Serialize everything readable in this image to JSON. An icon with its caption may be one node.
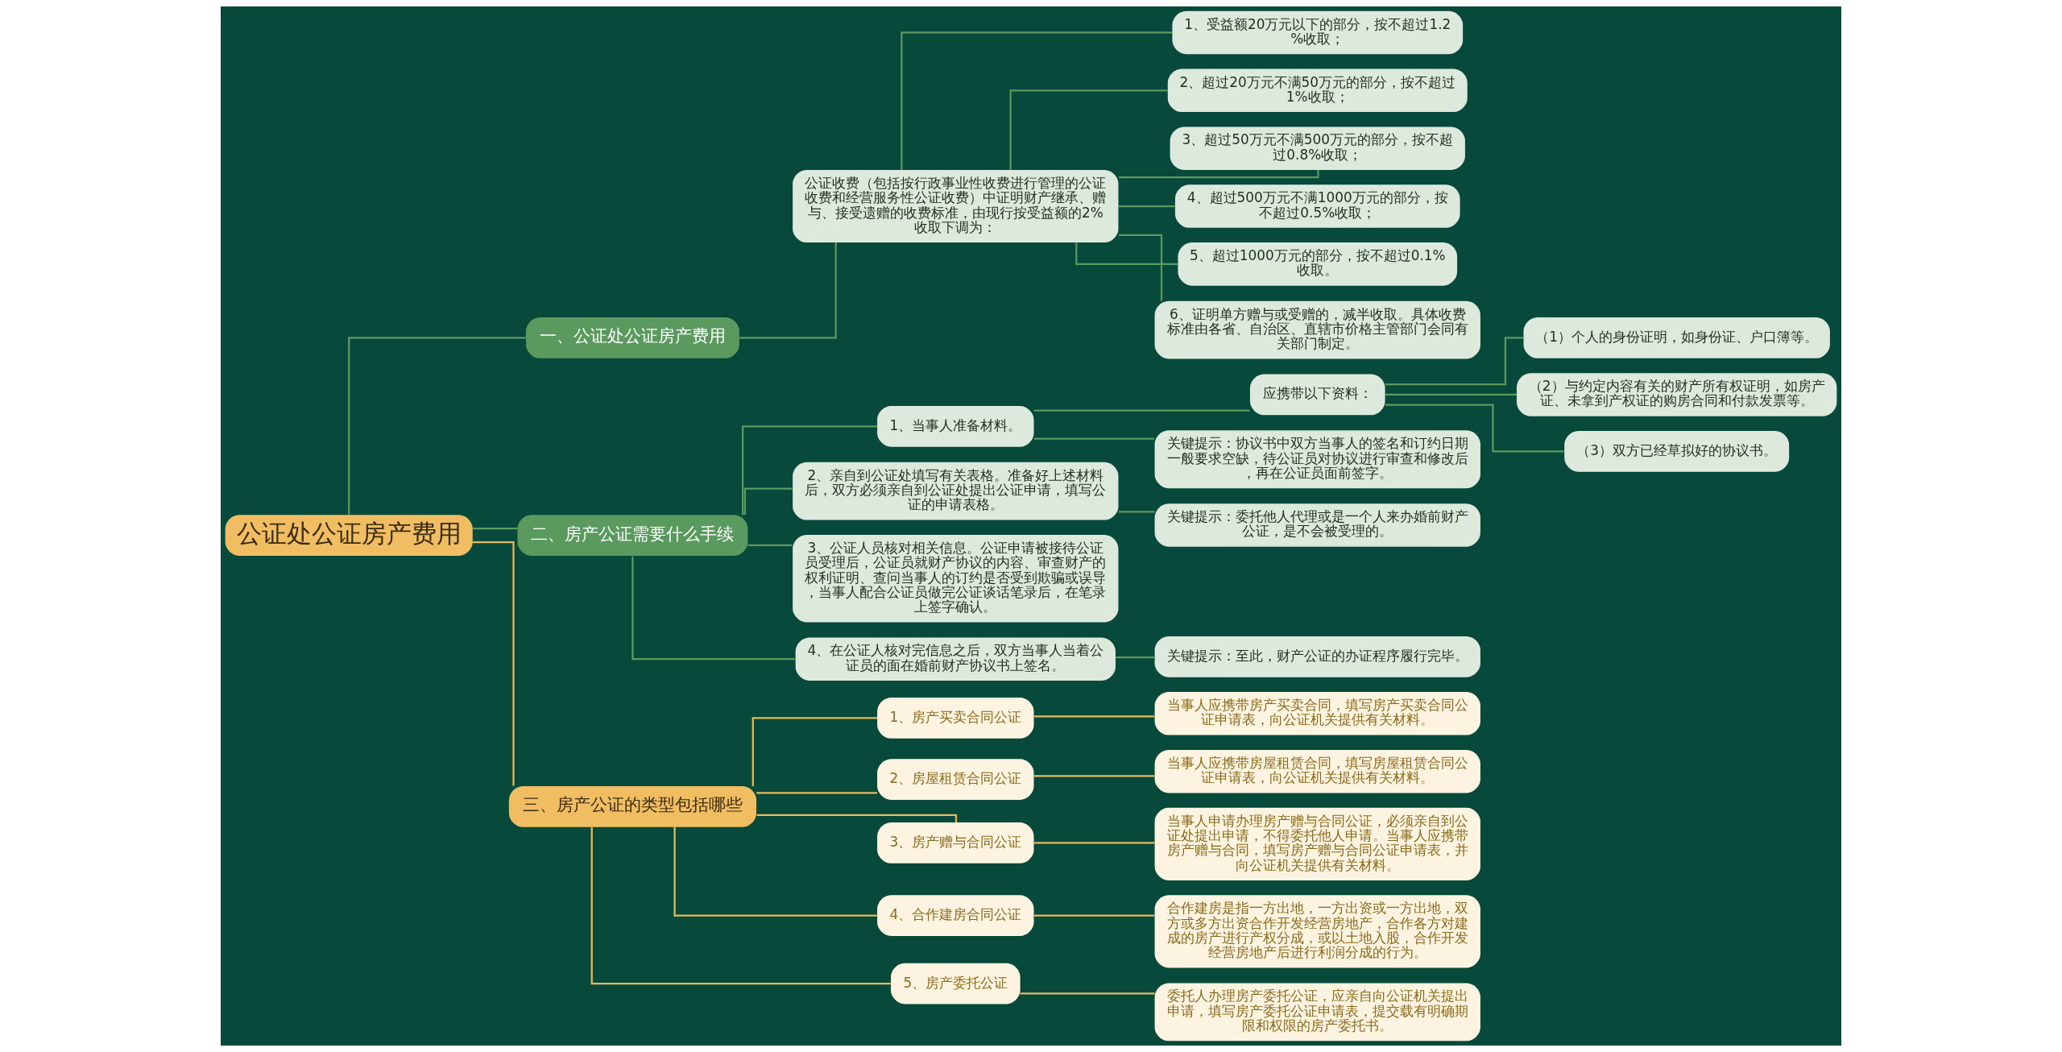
{
  "diagram": {
    "nodes": [
      {
        "text": [
          "公证处公证房产费用"
        ]
      },
      {
        "text": [
          "一、公证处公证房产费用"
        ]
      },
      {
        "text": [
          "公证收费（包括按行政事业性收费进行管理的公证收费和经营服务性公证收费）中证明财产继承、赠与、接受遗赠的收费标准，由现行按受益额的2%收取下调为："
        ]
      },
      {
        "text": [
          "1、受益额20万元以下的部分，按不超过1.2%收取；"
        ]
      },
      {
        "text": [
          "2、超过20万元不满50万元的部分，按不超过1%收取；"
        ]
      },
      {
        "text": [
          "3、超过50万元不满500万元的部分，按不超过0.8%收取；"
        ]
      },
      {
        "text": [
          "4、超过500万元不满1000万元的部分，按不超过0.5%收取；"
        ]
      },
      {
        "text": [
          "5、超过1000万元的部分，按不超过0.1%收取。"
        ]
      },
      {
        "text": [
          "6、证明单方赠与或受赠的，减半收取。具体收费标准由各省、自治区、直辖市价格主管部门会同有关部门制定。"
        ]
      },
      {
        "text": [
          "二、房产公证需要什么手续"
        ]
      },
      {
        "text": [
          "1、当事人准备材料。"
        ]
      },
      {
        "text": [
          "应携带以下资料："
        ]
      },
      {
        "text": [
          "（1）个人的身份证明，如身份证、户口簿等。"
        ]
      },
      {
        "text": [
          "（2）与约定内容有关的财产所有权证明，如房产证、未拿到产权证的购房合同和付款发票等。"
        ]
      },
      {
        "text": [
          "（3）双方已经草拟好的协议书。"
        ]
      },
      {
        "text": [
          "关键提示：协议书中双方当事人的签名和订约日期一般要求空缺，待公证员对协议进行审查和修改后，再在公证员面前签字。"
        ]
      },
      {
        "text": [
          "2、亲自到公证处填写有关表格。准备好上述材料后，双方必须亲自到公证处提出公证申请，填写公证的申请表格。"
        ]
      },
      {
        "text": [
          "关键提示：委托他人代理或是一个人来办婚前财产公证，是不会被受理的。"
        ]
      },
      {
        "text": [
          "3、公证人员核对相关信息。公证申请被接待公证员受理后，公证员就财产协议的内容、审查财产的权利证明、查问当事人的订约是否受到欺骗或误导，当事人配合公证员做完公证谈话笔录后，在笔录上签字确认。"
        ]
      },
      {
        "text": [
          "4、在公证人核对完信息之后，双方当事人当着公证员的面在婚前财产协议书上签名。"
        ]
      },
      {
        "text": [
          "关键提示：至此，财产公证的办证程序履行完毕。"
        ]
      },
      {
        "text": [
          "三、房产公证的类型包括哪些"
        ]
      },
      {
        "text": [
          "1、房产买卖合同公证"
        ]
      },
      {
        "text": [
          "当事人应携带房产买卖合同，填写房产买卖合同公证申请表，向公证机关提供有关材料。"
        ]
      },
      {
        "text": [
          "2、房屋租赁合同公证"
        ]
      },
      {
        "text": [
          "当事人应携带房屋租赁合同，填写房屋租赁合同公证申请表，向公证机关提供有关材料。"
        ]
      },
      {
        "text": [
          "3、房产赠与合同公证"
        ]
      },
      {
        "text": [
          "当事人申请办理房产赠与合同公证，必须亲自到公证处提出申请，不得委托他人申请。当事人应携带房产赠与合同，填写房产赠与合同公证申请表，并向公证机关提供有关材料。"
        ]
      },
      {
        "text": [
          "4、合作建房合同公证"
        ]
      },
      {
        "text": [
          "合作建房是指一方出地，一方出资或一方出地，双方或多方出资合作开发经营房地产，合作各方对建成的房产进行产权分成，或以土地入股，合作开发经营房地产后进行利润分成的行为。"
        ]
      },
      {
        "text": [
          "5、房产委托公证"
        ]
      },
      {
        "text": [
          "委托人办理房产委托公证，应亲自向公证机关提出申请，填写房产委托公证申请表，提交载有明确期限和权限的房产委托书。"
        ]
      }
    ],
    "edges": [
      {
        "from": 0,
        "to": 1,
        "arrow": "none"
      },
      {
        "from": 1,
        "to": 2,
        "arrow": "none"
      },
      {
        "from": 2,
        "to": 3,
        "arrow": "none"
      },
      {
        "from": 2,
        "to": 4,
        "arrow": "none"
      },
      {
        "from": 2,
        "to": 5,
        "arrow": "none"
      },
      {
        "from": 2,
        "to": 6,
        "arrow": "none"
      },
      {
        "from": 2,
        "to": 7,
        "arrow": "none"
      },
      {
        "from": 2,
        "to": 8,
        "arrow": "none"
      },
      {
        "from": 0,
        "to": 9,
        "arrow": "none"
      },
      {
        "from": 9,
        "to": 10,
        "arrow": "none"
      },
      {
        "from": 10,
        "to": 11,
        "arrow": "none"
      },
      {
        "from": 11,
        "to": 12,
        "arrow": "none"
      },
      {
        "from": 11,
        "to": 13,
        "arrow": "none"
      },
      {
        "from": 11,
        "to": 14,
        "arrow": "none"
      },
      {
        "from": 10,
        "to": 15,
        "arrow": "none"
      },
      {
        "from": 9,
        "to": 16,
        "arrow": "none"
      },
      {
        "from": 16,
        "to": 17,
        "arrow": "none"
      },
      {
        "from": 9,
        "to": 18,
        "arrow": "none"
      },
      {
        "from": 9,
        "to": 19,
        "arrow": "none"
      },
      {
        "from": 19,
        "to": 20,
        "arrow": "none"
      },
      {
        "from": 0,
        "to": 21,
        "arrow": "none",
        "color": "#e8b960"
      },
      {
        "from": 21,
        "to": 22,
        "arrow": "none",
        "color": "#e8b960"
      },
      {
        "from": 22,
        "to": 23,
        "arrow": "none",
        "color": "#e8b960"
      },
      {
        "from": 21,
        "to": 24,
        "arrow": "none",
        "color": "#e8b960"
      },
      {
        "from": 24,
        "to": 25,
        "arrow": "none",
        "color": "#e8b960"
      },
      {
        "from": 21,
        "to": 26,
        "arrow": "none",
        "color": "#e8b960"
      },
      {
        "from": 26,
        "to": 27,
        "arrow": "none",
        "color": "#e8b960"
      },
      {
        "from": 21,
        "to": 28,
        "arrow": "none",
        "color": "#e8b960"
      },
      {
        "from": 28,
        "to": 29,
        "arrow": "none",
        "color": "#e8b960"
      },
      {
        "from": 21,
        "to": 30,
        "arrow": "none",
        "color": "#e8b960"
      },
      {
        "from": 30,
        "to": 31,
        "arrow": "none",
        "color": "#e8b960"
      }
    ]
  }
}
